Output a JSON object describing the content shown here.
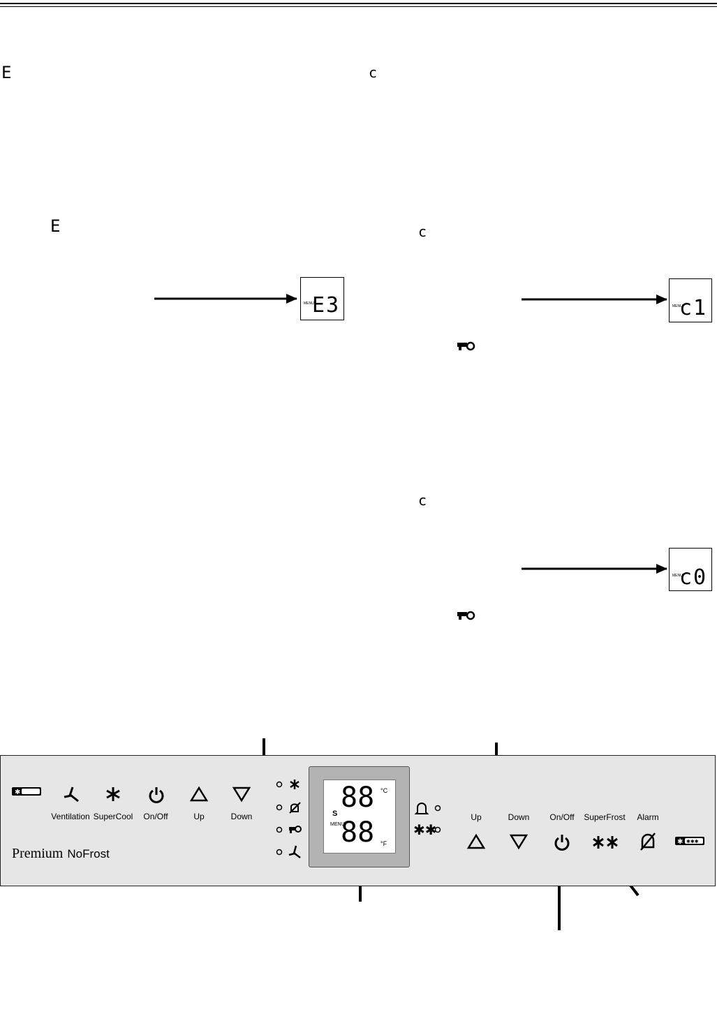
{
  "indicators": {
    "e_top": "E",
    "c_top": "c",
    "e_mid": "E",
    "c_mid": "c",
    "c_low": "c"
  },
  "displays": [
    {
      "menu": "MENU",
      "value": "E3"
    },
    {
      "menu": "MENU",
      "value": "c1"
    },
    {
      "menu": "MENU",
      "value": "c0"
    }
  ],
  "panel": {
    "left_buttons": [
      "Ventilation",
      "SuperCool",
      "On/Off",
      "Up",
      "Down"
    ],
    "right_buttons": [
      "Up",
      "Down",
      "On/Off",
      "SuperFrost",
      "Alarm"
    ],
    "brand": "Premium",
    "brand_sub": "NoFrost",
    "lcd": {
      "top_digits": "88",
      "bottom_digits": "88",
      "celsius": "°C",
      "fahrenheit": "°F",
      "s_label": "S",
      "menu": "MENU"
    }
  }
}
